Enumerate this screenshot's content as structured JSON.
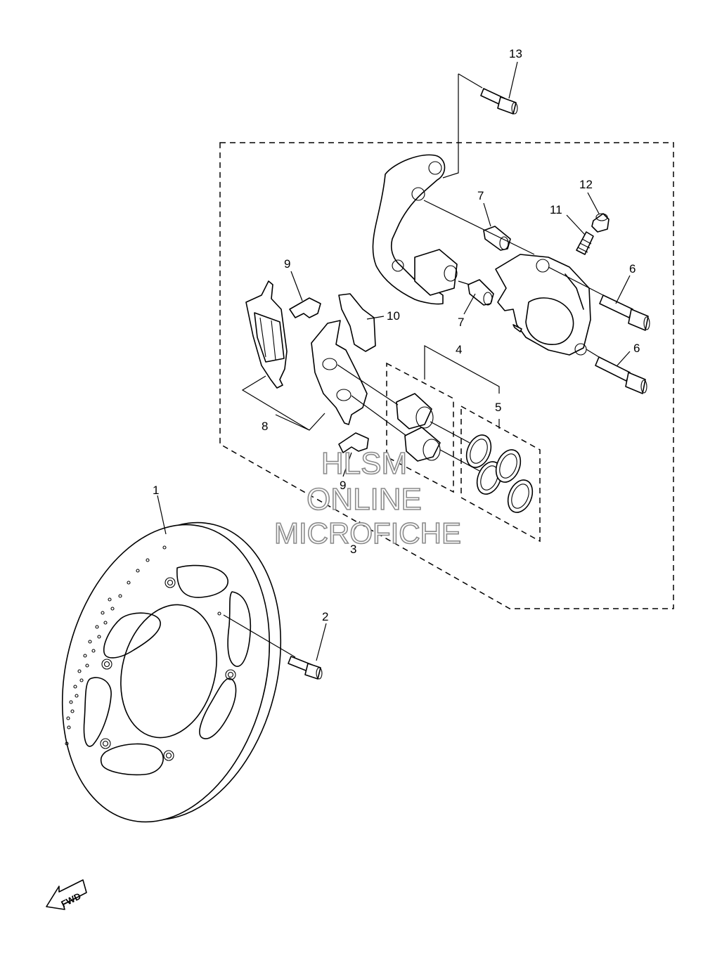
{
  "callouts": {
    "c1": "1",
    "c2": "2",
    "c3": "3",
    "c4": "4",
    "c5": "5",
    "c6a": "6",
    "c6b": "6",
    "c7a": "7",
    "c7b": "7",
    "c8": "8",
    "c9a": "9",
    "c9b": "9",
    "c10": "10",
    "c11": "11",
    "c12": "12",
    "c13": "13"
  },
  "watermark": {
    "line1": "HLSM",
    "line2": "ONLINE",
    "line3": "MICROFICHE"
  },
  "fwd_label": "FWD"
}
